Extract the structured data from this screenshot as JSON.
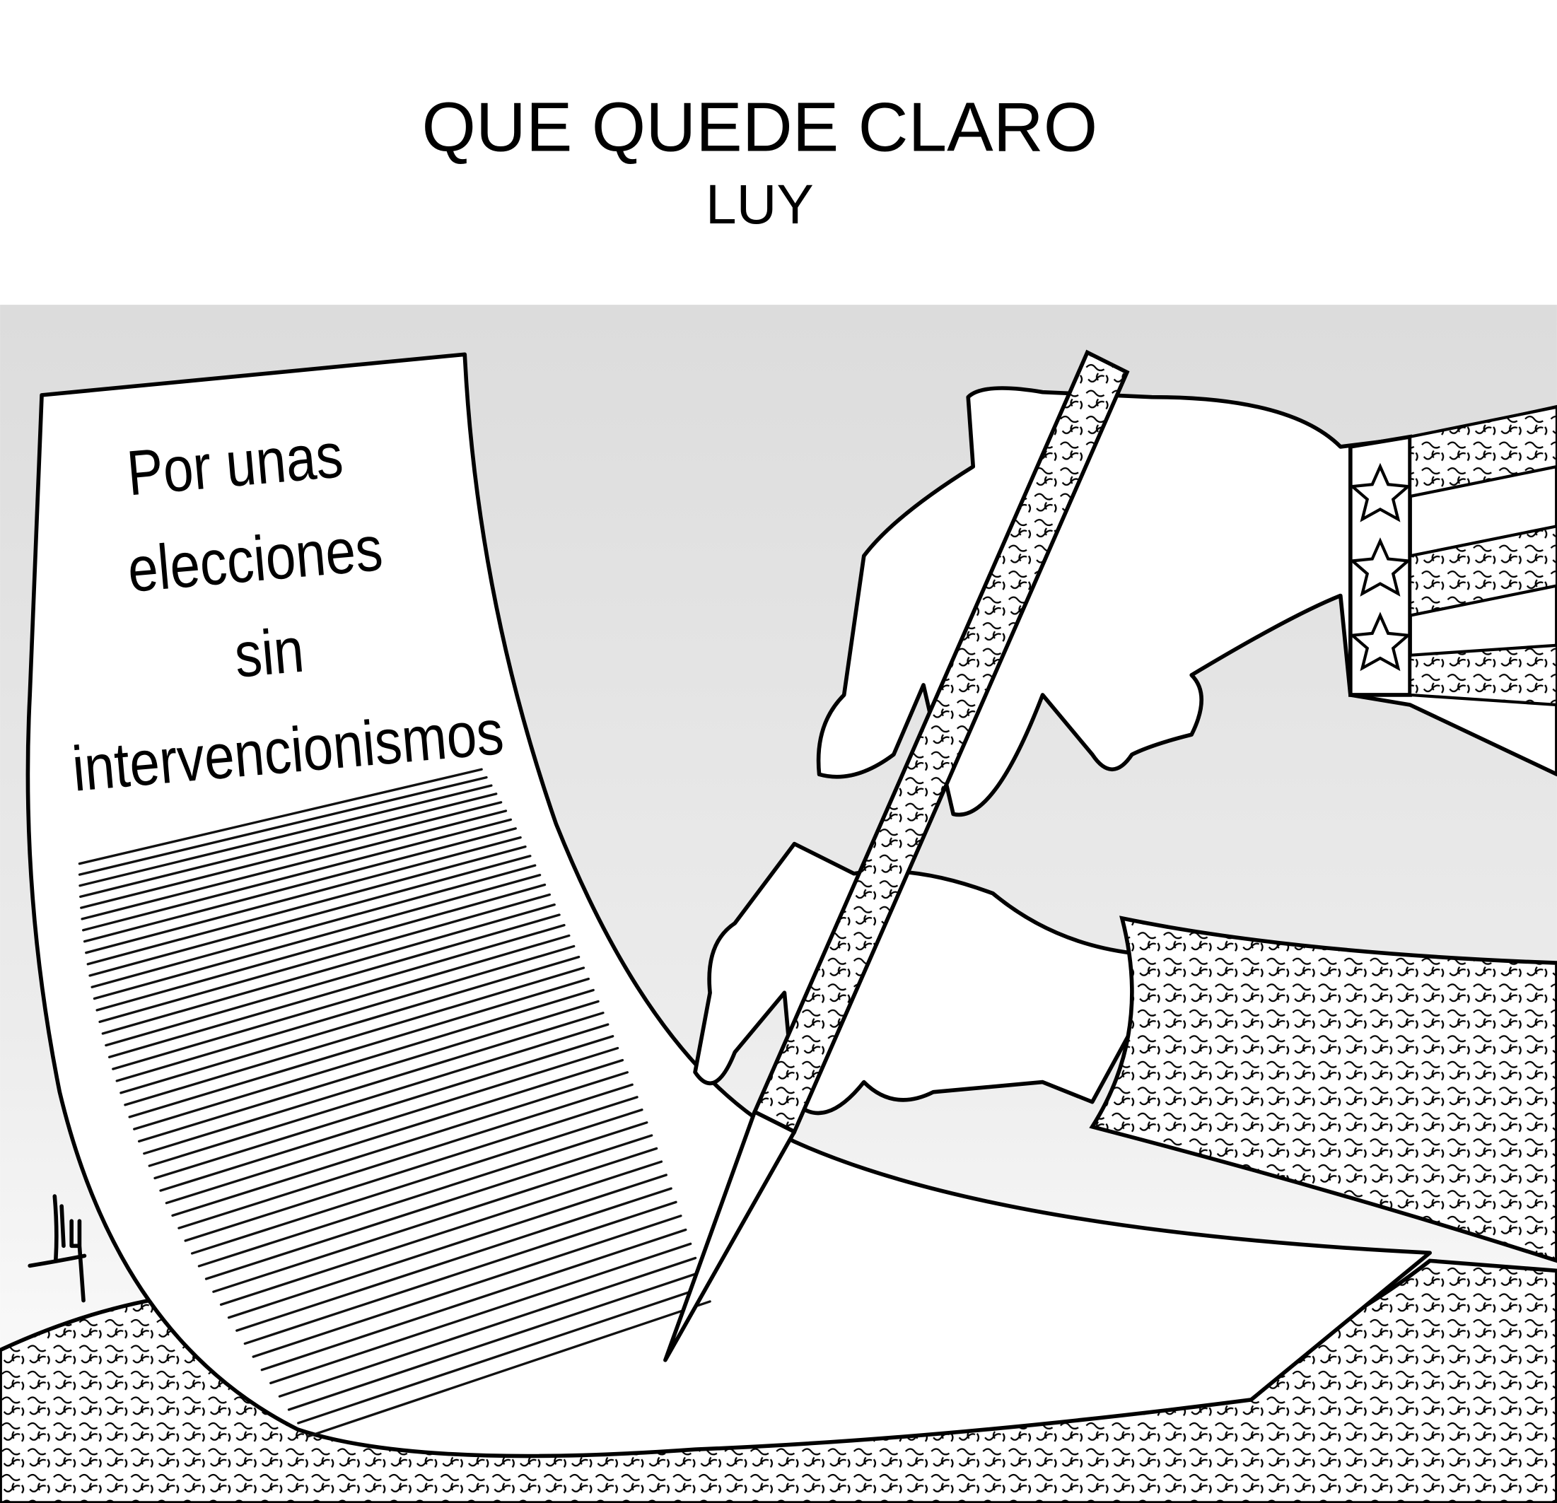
{
  "header": {
    "title": "QUE QUEDE CLARO",
    "author": "LUY"
  },
  "cartoon": {
    "paper_text_lines": [
      "Por unas",
      "elecciones",
      "sin",
      "intervencionismos"
    ],
    "signature": "Luy"
  },
  "colors": {
    "background_top": "#dcdcdc",
    "background_bottom": "#ffffff",
    "ink": "#000000"
  }
}
